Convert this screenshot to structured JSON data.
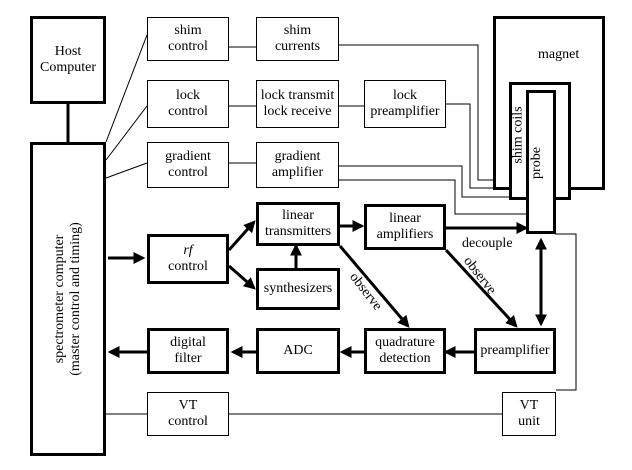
{
  "host": [
    "Host",
    "Computer"
  ],
  "spectrometer": [
    "spectrometer computer",
    "(master control and timing)"
  ],
  "shim_control": [
    "shim",
    "control"
  ],
  "shim_currents": [
    "shim",
    "currents"
  ],
  "lock_control": [
    "lock",
    "control"
  ],
  "lock_tr": [
    "lock transmit",
    "lock receive"
  ],
  "lock_preamp": [
    "lock",
    "preamplifier"
  ],
  "gradient_control": [
    "gradient",
    "control"
  ],
  "gradient_amp": [
    "gradient",
    "amplifier"
  ],
  "magnet": "magnet",
  "shim_coils": "shim coils",
  "probe": "probe",
  "rf_control": [
    "rf",
    "control"
  ],
  "linear_transmitters": [
    "linear",
    "transmitters"
  ],
  "linear_amplifiers": [
    "linear",
    "amplifiers"
  ],
  "synthesizers": "synthesizers",
  "decouple": "decouple",
  "observe": "observe",
  "digital_filter": [
    "digital",
    "filter"
  ],
  "adc": "ADC",
  "quad": [
    "quadrature",
    "detection"
  ],
  "preamplifier": "preamplifier",
  "vt_control": [
    "VT",
    "control"
  ],
  "vt_unit": [
    "VT",
    "unit"
  ]
}
